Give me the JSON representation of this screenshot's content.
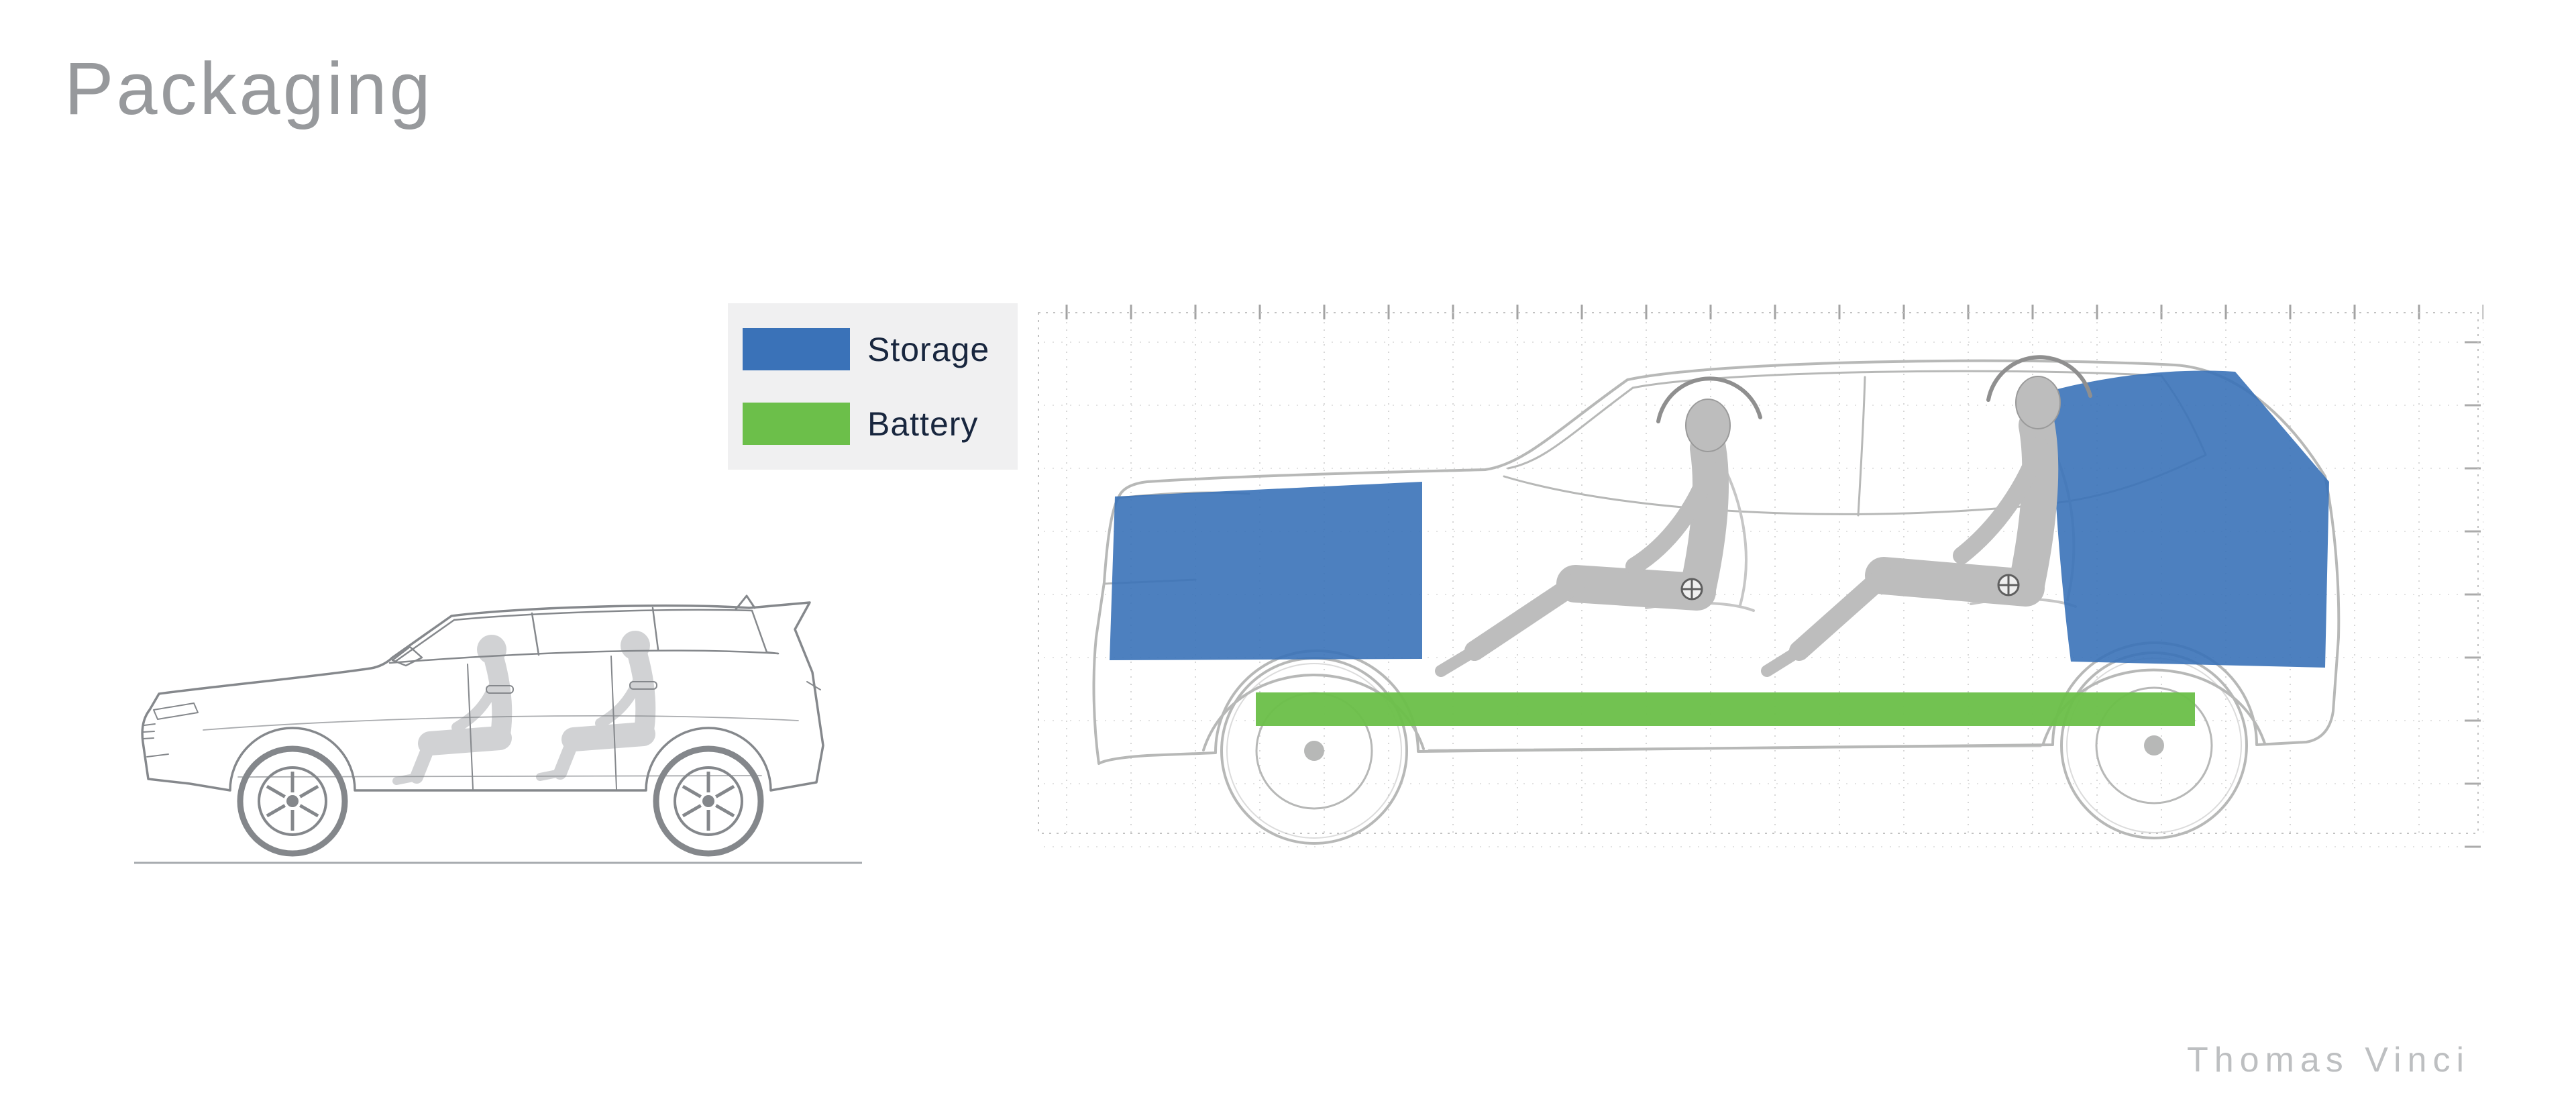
{
  "page": {
    "title": "Packaging",
    "author": "Thomas Vinci",
    "background_color": "#ffffff"
  },
  "legend": {
    "items": [
      {
        "label": "Storage",
        "color": "#3a72b8"
      },
      {
        "label": "Battery",
        "color": "#6cbf4a"
      }
    ]
  },
  "diagram": {
    "zones": [
      {
        "name": "front-storage-zone",
        "type": "Storage",
        "color": "#3a72b8"
      },
      {
        "name": "rear-storage-zone",
        "type": "Storage",
        "color": "#3a72b8"
      },
      {
        "name": "battery-floor-zone",
        "type": "Battery",
        "color": "#6cbf4a"
      }
    ],
    "occupants": 2
  },
  "colors": {
    "title_text": "#97999c",
    "author_text": "#bdbfc1",
    "legend_background": "#f0f0f1",
    "legend_text": "#18263e",
    "sketch_line": "#b7b8b7",
    "technical_line": "#85888c",
    "grid_line": "#d7d7d7"
  }
}
